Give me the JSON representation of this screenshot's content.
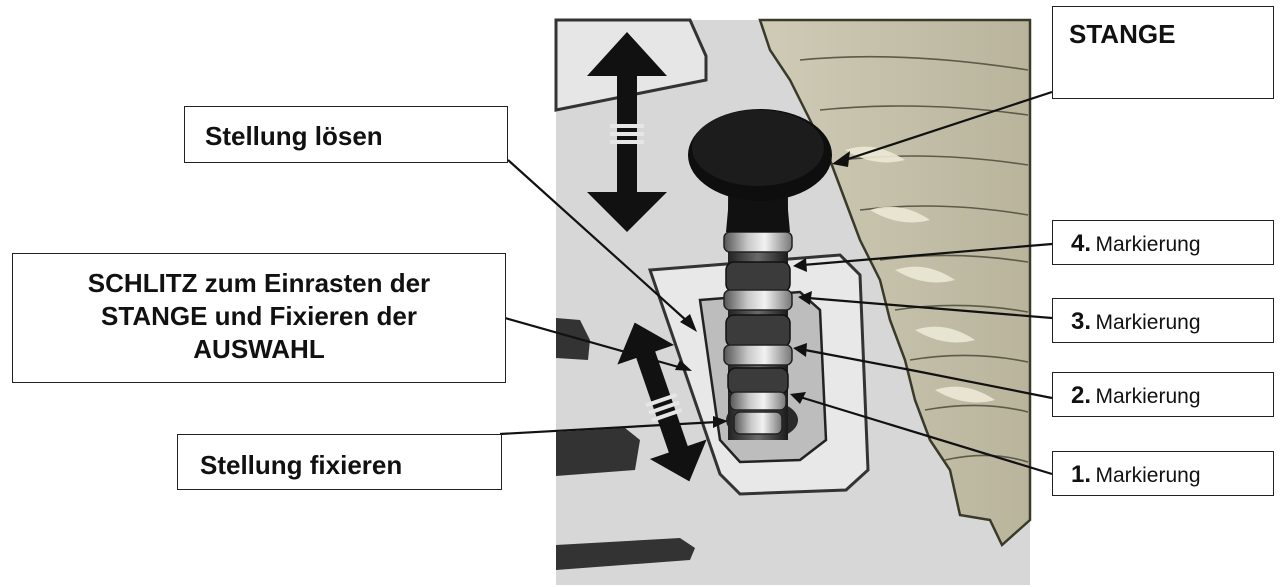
{
  "labels": {
    "stange": "STANGE",
    "stellung_loesen": "Stellung lösen",
    "schlitz_line1": "SCHLITZ zum Einrasten der",
    "schlitz_line2": "STANGE und Fixieren der",
    "schlitz_line3": "AUSWAHL",
    "stellung_fixieren": "Stellung fixieren"
  },
  "markings": [
    {
      "number": "4.",
      "text": "Markierung"
    },
    {
      "number": "3.",
      "text": "Markierung"
    },
    {
      "number": "2.",
      "text": "Markierung"
    },
    {
      "number": "1.",
      "text": "Markierung"
    }
  ]
}
